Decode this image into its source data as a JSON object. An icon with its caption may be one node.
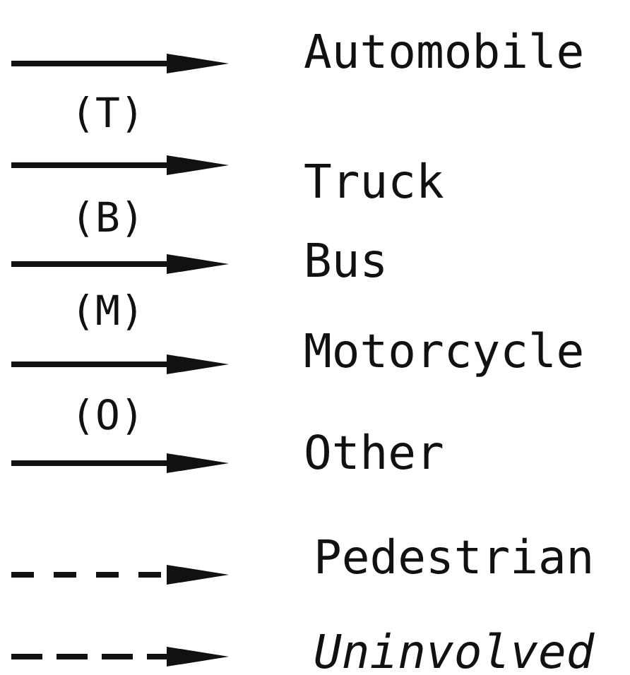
{
  "diagram": {
    "labels": [
      "(T)",
      "(B)",
      "(M)",
      "(O)"
    ],
    "legend": [
      {
        "text": "Automobile"
      },
      {
        "text": "Truck"
      },
      {
        "text": "Bus"
      },
      {
        "text": "Motorcycle"
      },
      {
        "text": "Other"
      },
      {
        "text": "Pedestrian"
      },
      {
        "text": "Uninvolved"
      }
    ]
  }
}
